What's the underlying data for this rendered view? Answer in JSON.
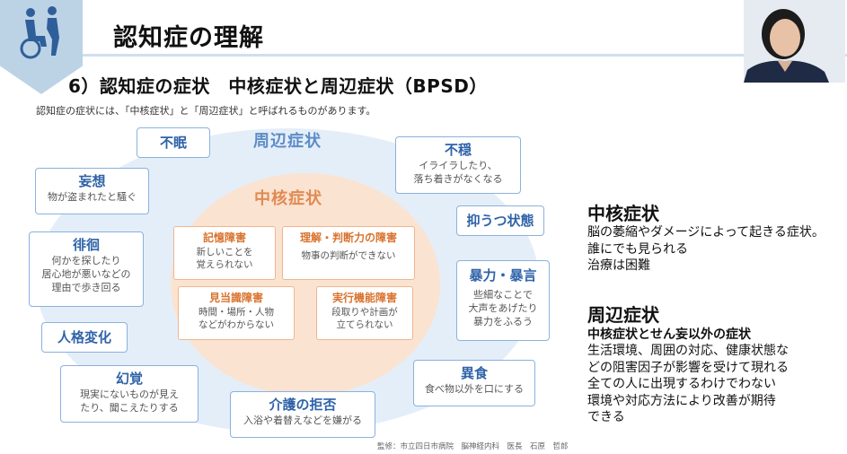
{
  "header": {
    "title": "認知症の理解",
    "subtitle": "6）認知症の症状　中核症状と周辺症状（BPSD）",
    "intro": "認知症の症状には、「中核症状」と「周辺症状」と呼ばれるものがあります。",
    "colors": {
      "band": "#bcd3e6",
      "line": "#cfe0ee"
    }
  },
  "diagram": {
    "outer_label": "周辺症状",
    "inner_label": "中核症状",
    "bpsd": [
      {
        "title": "不眠",
        "desc": ""
      },
      {
        "title": "不穏",
        "desc": "イライラしたり、\n落ち着きがなくなる"
      },
      {
        "title": "妄想",
        "desc": "物が盗まれたと騒ぐ"
      },
      {
        "title": "抑うつ状態",
        "desc": ""
      },
      {
        "title": "徘徊",
        "desc": "何かを探したり\n居心地が悪いなどの\n理由で歩き回る"
      },
      {
        "title": "暴力・暴言",
        "desc": "些細なことで\n大声をあげたり\n暴力をふるう"
      },
      {
        "title": "人格変化",
        "desc": ""
      },
      {
        "title": "異食",
        "desc": "食べ物以外を口にする"
      },
      {
        "title": "幻覚",
        "desc": "現実にないものが見え\nたり、聞こえたりする"
      },
      {
        "title": "介護の拒否",
        "desc": "入浴や着替えなどを嫌がる"
      }
    ],
    "core": [
      {
        "title": "記憶障害",
        "desc": "新しいことを\n覚えられない"
      },
      {
        "title": "理解・判断力の障害",
        "desc": "物事の判断ができない"
      },
      {
        "title": "見当識障害",
        "desc": "時間・場所・人物\nなどがわからない"
      },
      {
        "title": "実行機能障害",
        "desc": "段取りや計画が\n立てられない"
      }
    ],
    "credit": "監修：市立四日市病院　脳神経内科　医長　石原　哲郎",
    "colors": {
      "outer": "#e4eef9",
      "inner": "#fbe3d1",
      "blue": "#2f63a8",
      "orange": "#d8732e"
    }
  },
  "right": {
    "core_heading": "中核症状",
    "core_lines": [
      "脳の萎縮やダメージによって起きる症状。",
      "誰にでも見られる",
      "治療は困難"
    ],
    "bpsd_heading": "周辺症状",
    "bpsd_subheading": "中核症状とせん妄以外の症状",
    "bpsd_lines": [
      "生活環境、周囲の対応、健康状態な",
      "どの阻害因子が影響を受けて現れる",
      "全ての人に出現するわけでわない",
      "環境や対応方法により改善が期待",
      "できる"
    ]
  }
}
